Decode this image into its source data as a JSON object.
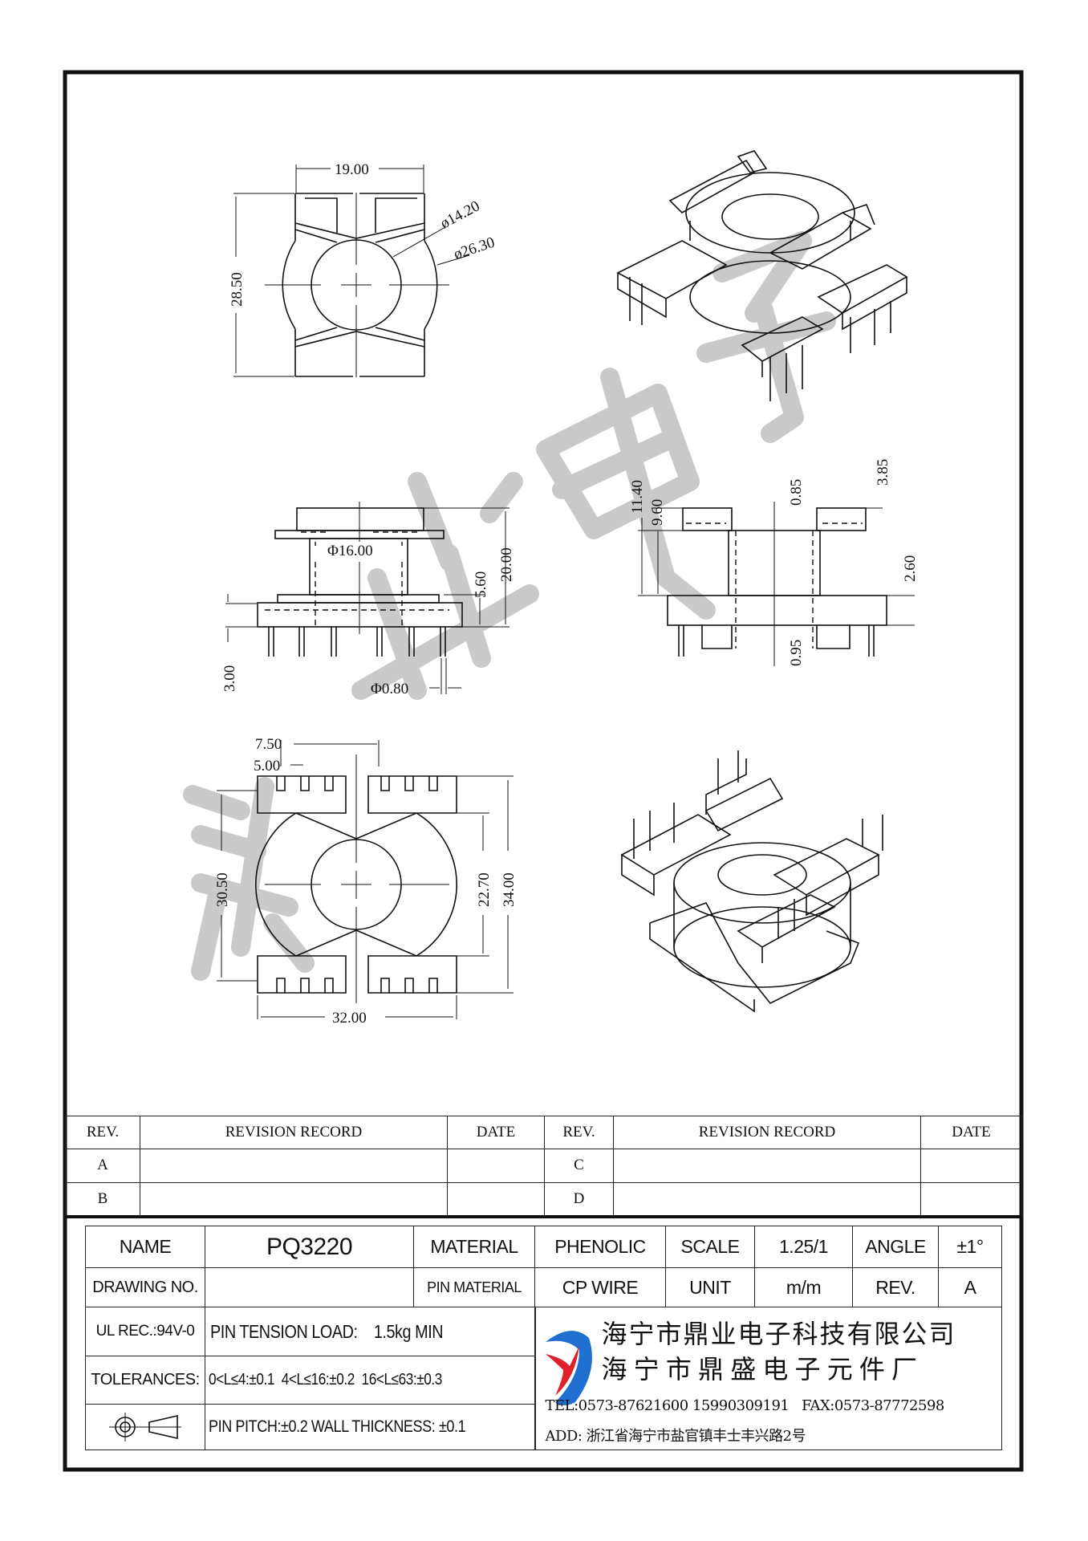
{
  "drawing": {
    "top_view": {
      "width": "19.00",
      "height": "28.50",
      "inner_dia": "ø14.20",
      "outer_dia": "ø26.30"
    },
    "front_view": {
      "core_dia": "Φ16.00",
      "h1": "5.60",
      "h2": "20.00",
      "pin_len": "3.00",
      "pin_dia": "Φ0.80"
    },
    "side_view": {
      "h_total": "11.40",
      "h_inner": "9.60",
      "t_top": "0.85",
      "top_flange": "3.85",
      "base_step": "2.60",
      "t_bottom": "0.95"
    },
    "bottom_view": {
      "pitch": "7.50",
      "pitch2": "5.00",
      "h_outer": "30.50",
      "h_inner": "22.70",
      "h_total": "34.00",
      "width": "32.00"
    }
  },
  "watermark": "鼎业电子",
  "revision_table": {
    "headers": [
      "REV.",
      "REVISION RECORD",
      "DATE",
      "REV.",
      "REVISION RECORD",
      "DATE"
    ],
    "rows": [
      [
        "A",
        "",
        "",
        "C",
        "",
        ""
      ],
      [
        "B",
        "",
        "",
        "D",
        "",
        ""
      ]
    ]
  },
  "title_block": {
    "name_label": "NAME",
    "name": "PQ3220",
    "material_label": "MATERIAL",
    "material": "PHENOLIC",
    "scale_label": "SCALE",
    "scale": "1.25/1",
    "angle_label": "ANGLE",
    "angle": "±1°",
    "drawing_no_label": "DRAWING NO.",
    "drawing_no": "",
    "pin_material_label": "PIN MATERIAL",
    "pin_material": "CP WIRE",
    "unit_label": "UNIT",
    "unit": "m/m",
    "rev_label": "REV.",
    "rev": "A",
    "ul_rec": "UL REC.:94V-0",
    "pin_tension_label": "PIN TENSION LOAD:",
    "pin_tension": "1.5kg MIN",
    "tolerances_label": "TOLERANCES:",
    "tolerances": "0<L≤4:±0.1  4<L≤16:±0.2  16<L≤63:±0.3",
    "pin_pitch": "PIN PITCH:±0.2 WALL THICKNESS: ±0.1",
    "company_1": "海宁市鼎业电子科技有限公司",
    "company_2": "海 宁 市 鼎 盛 电 子 元 件 厂",
    "tel": "TEL:0573-87621600 15990309191   FAX:0573-87772598",
    "address": "ADD: 浙江省海宁市盐官镇丰士丰兴路2号"
  },
  "colors": {
    "logo_blue": "#1f6fd1",
    "logo_red": "#e0202a",
    "line": "#111111",
    "watermark": "#9a9a9a"
  }
}
